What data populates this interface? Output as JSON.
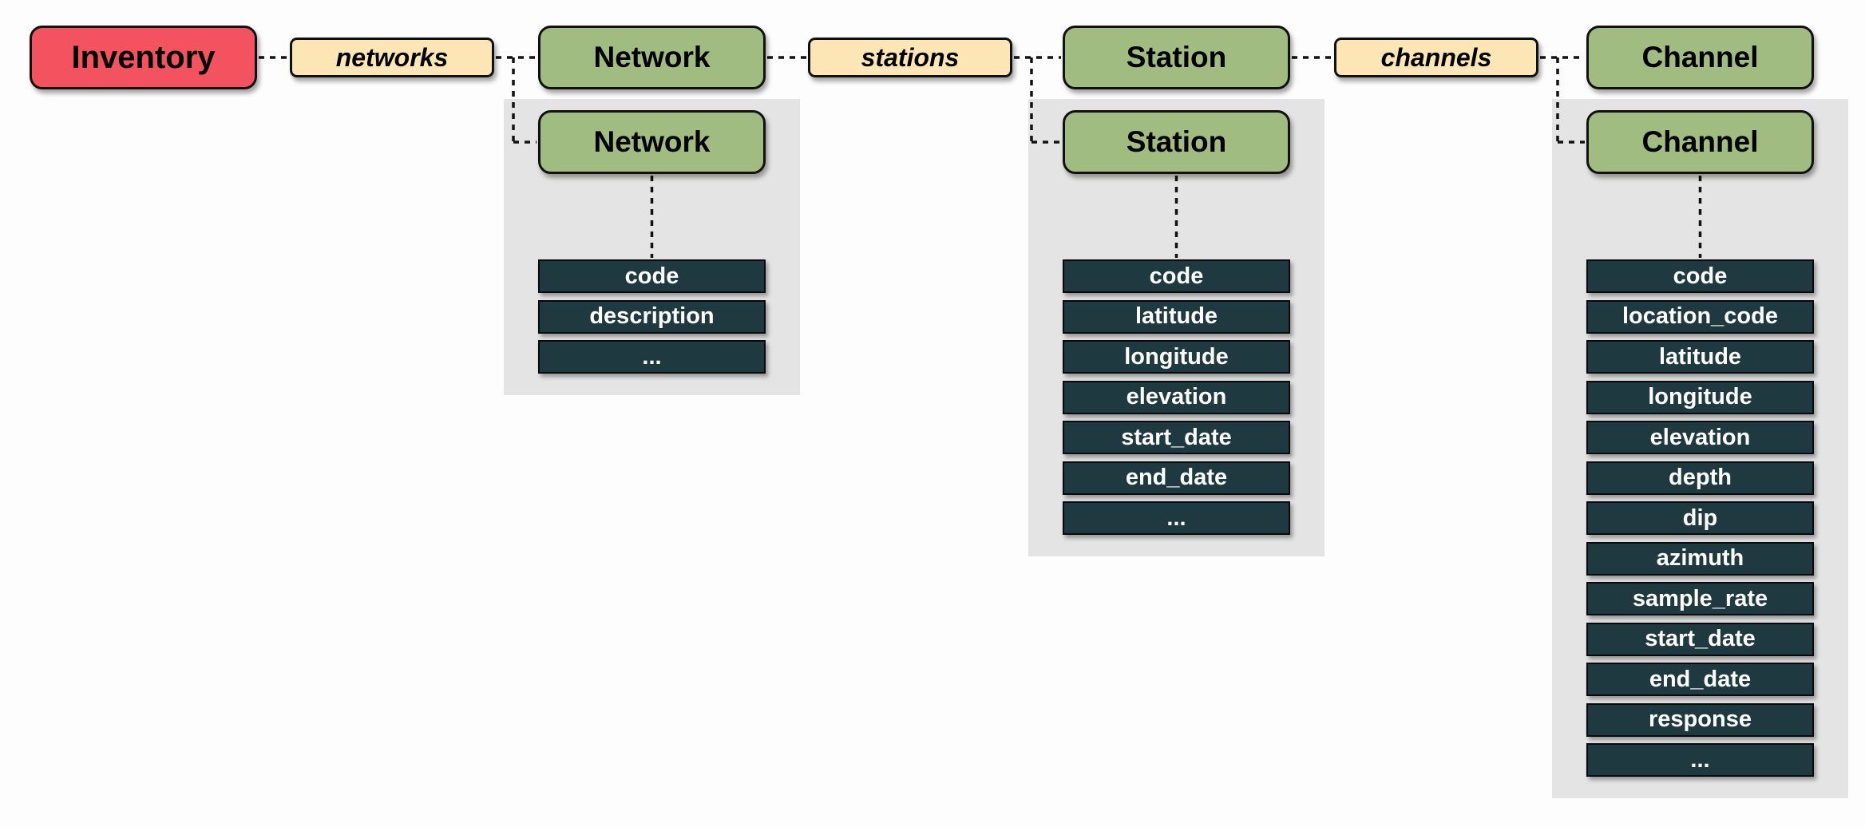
{
  "colors": {
    "root": "#f2535f",
    "relation": "#fde6b5",
    "entity": "#a0bc80",
    "attribute": "#1e3a40",
    "panel": "#e4e4e4"
  },
  "root": {
    "label": "Inventory"
  },
  "levels": [
    {
      "relation": "networks",
      "entity": "Network",
      "attributes": [
        "code",
        "description",
        "..."
      ]
    },
    {
      "relation": "stations",
      "entity": "Station",
      "attributes": [
        "code",
        "latitude",
        "longitude",
        "elevation",
        "start_date",
        "end_date",
        "..."
      ]
    },
    {
      "relation": "channels",
      "entity": "Channel",
      "attributes": [
        "code",
        "location_code",
        "latitude",
        "longitude",
        "elevation",
        "depth",
        "dip",
        "azimuth",
        "sample_rate",
        "start_date",
        "end_date",
        "response",
        "..."
      ]
    }
  ]
}
